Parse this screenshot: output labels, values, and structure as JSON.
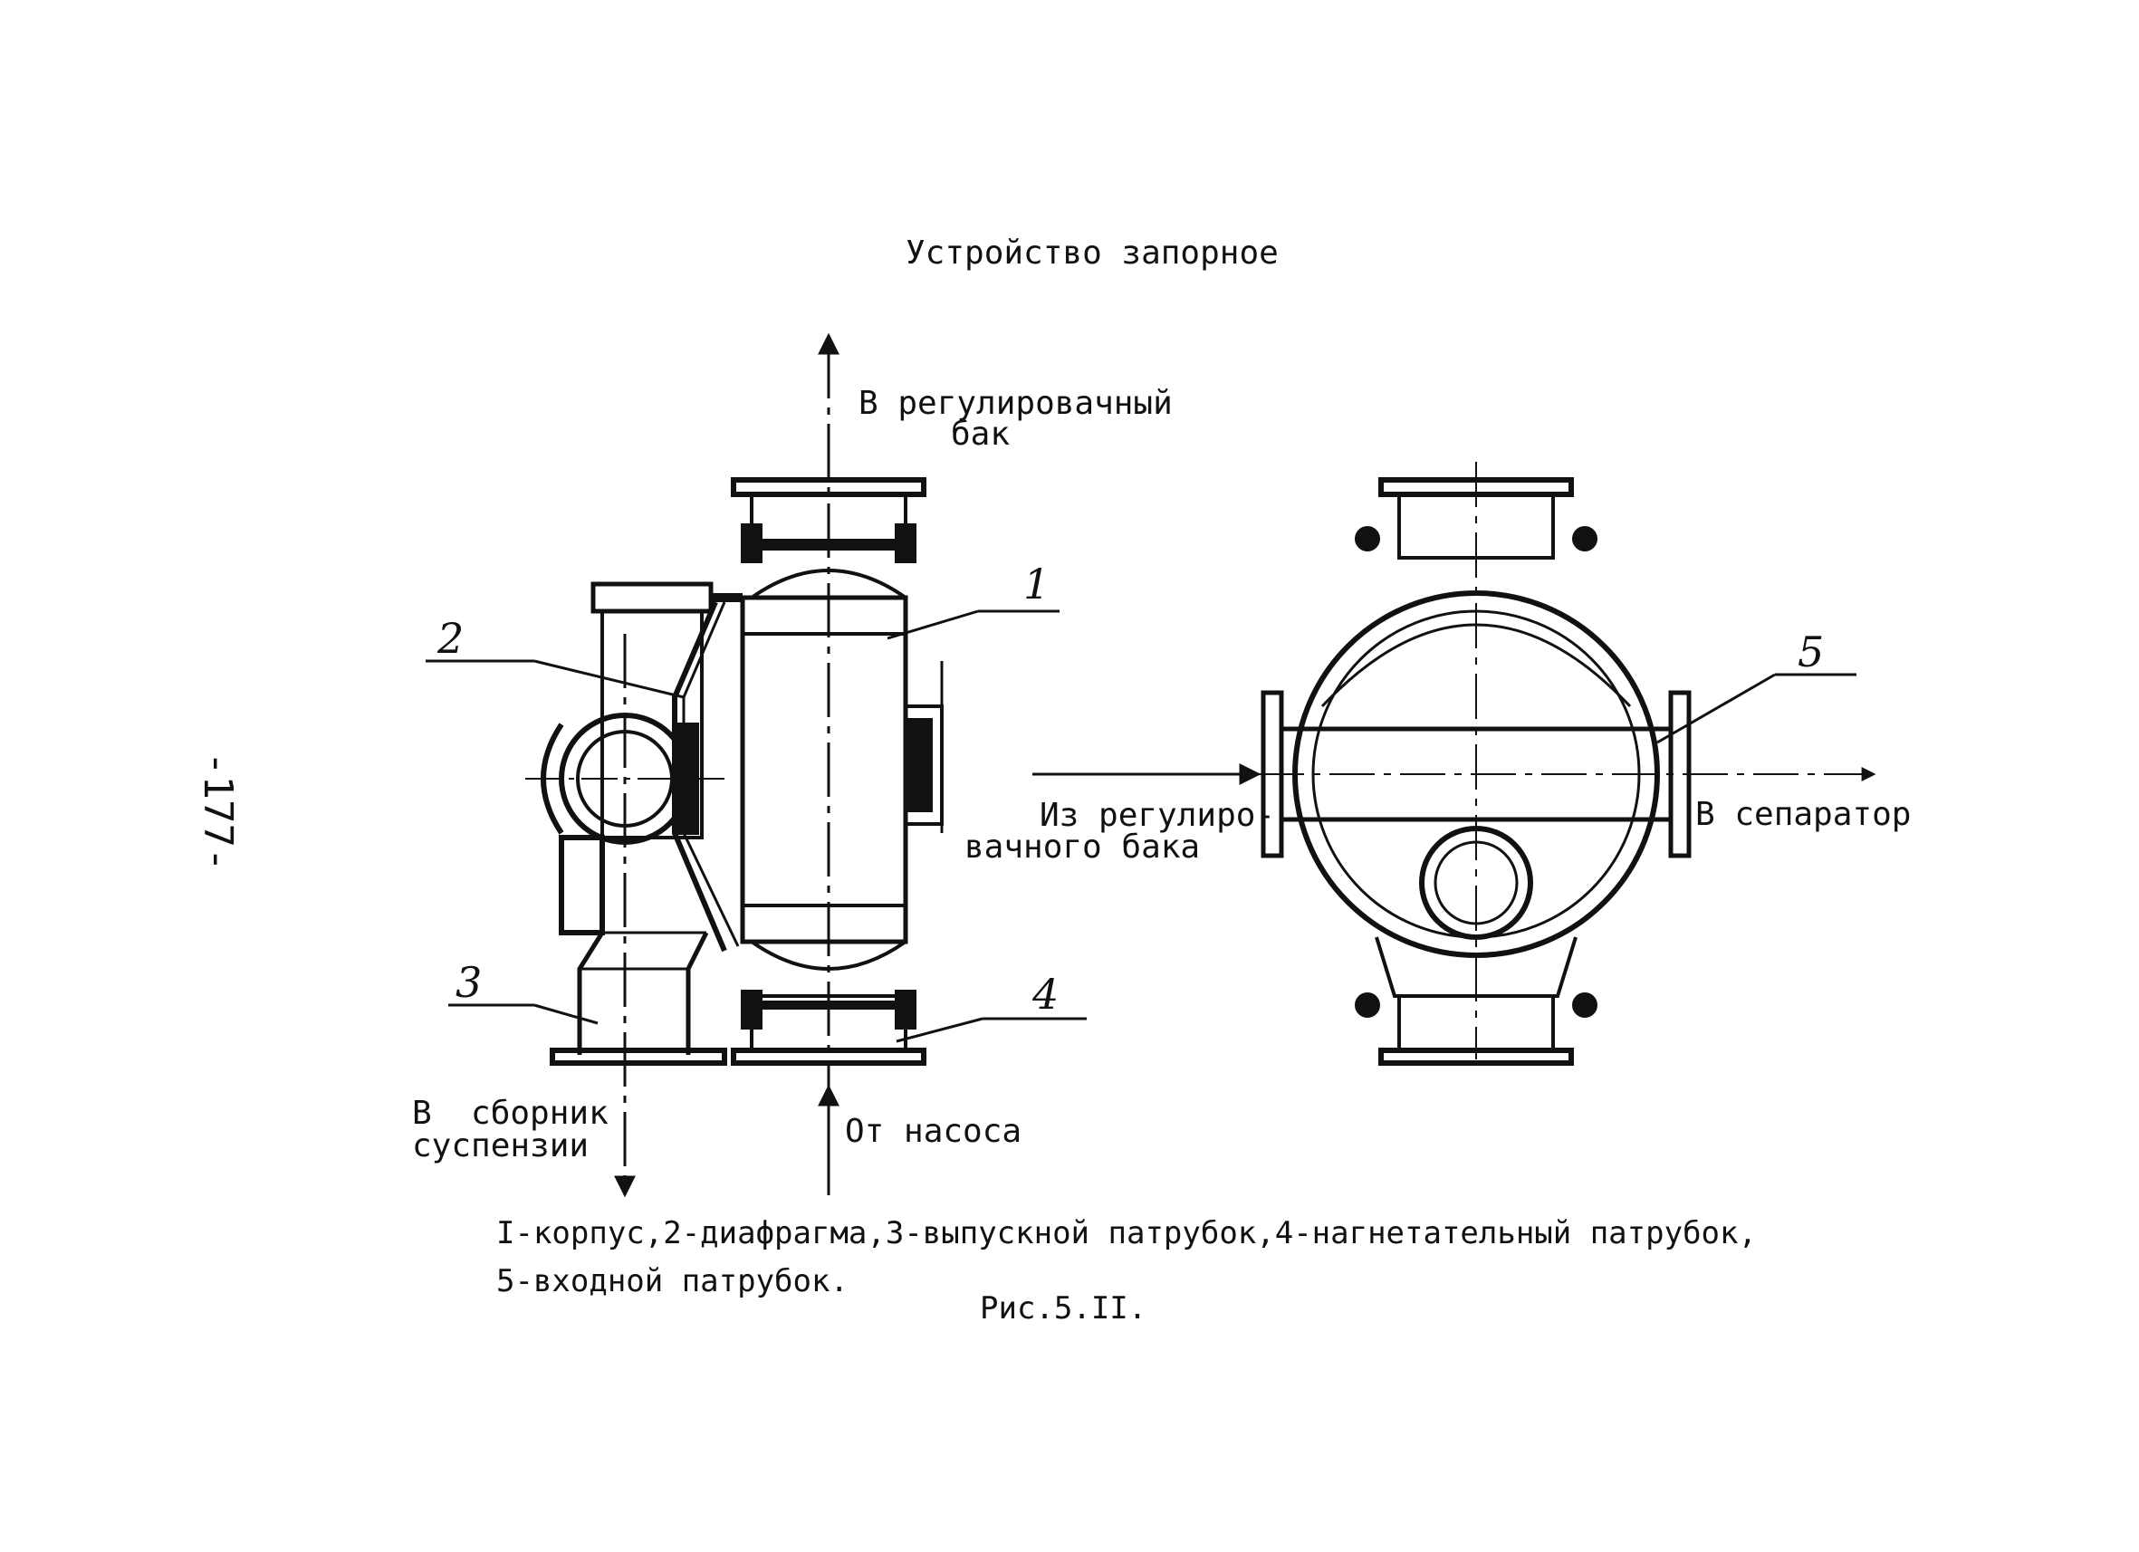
{
  "page_number": "-177-",
  "title": "Устройство запорное",
  "labels": {
    "to_regulating_tank_1": "В регулировачный",
    "to_regulating_tank_2": "бак",
    "to_collector_1": "В  сборник",
    "to_collector_2": "суспензии",
    "from_pump": "От насоса",
    "from_regulating_tank_1": "Из регулиро-",
    "from_regulating_tank_2": "вачного бака",
    "to_separator": "В сепаратор"
  },
  "callouts": {
    "n1": "1",
    "n2": "2",
    "n3": "3",
    "n4": "4",
    "n5": "5"
  },
  "legend": {
    "line1": "I-корпус,2-диафрагма,3-выпускной патрубок,4-нагнетательный патрубок,",
    "line2": "5-входной патрубок."
  },
  "figure_caption": "Рис.5.II."
}
